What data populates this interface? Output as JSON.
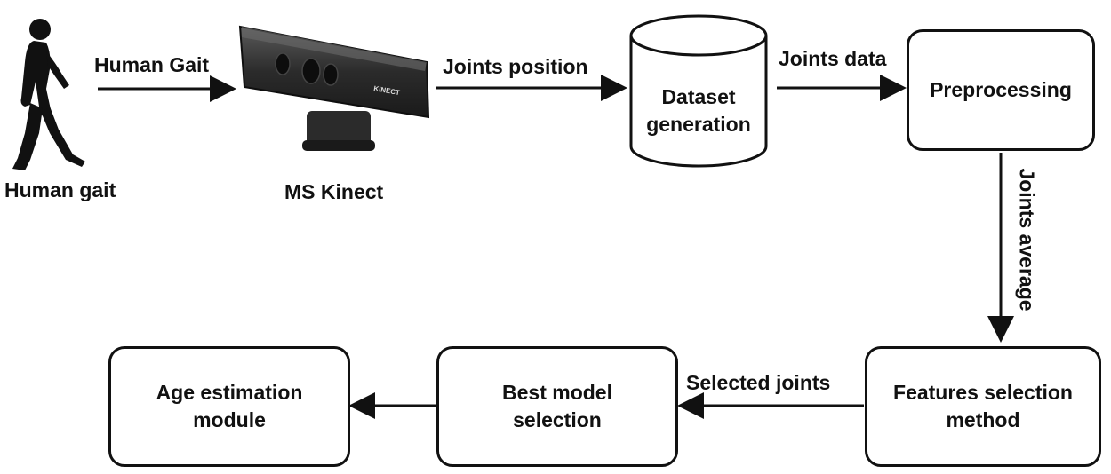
{
  "nodes": {
    "human_gait_caption": "Human gait",
    "kinect_caption": "MS Kinect",
    "kinect_device_text": "KINECT",
    "dataset": "Dataset\ngeneration",
    "preprocessing": "Preprocessing",
    "features": "Features  selection\nmethod",
    "best_model": "Best model\nselection",
    "age_estimation": "Age estimation\nmodule"
  },
  "edges": {
    "gait_to_kinect": "Human Gait",
    "kinect_to_dataset": "Joints position",
    "dataset_to_preprocessing": "Joints data",
    "preprocessing_to_features": "Joints average",
    "features_to_best_model": "Selected joints"
  },
  "colors": {
    "ink": "#111111",
    "device_body": "#2b2b2b",
    "device_highlight": "#5a5a5a"
  }
}
